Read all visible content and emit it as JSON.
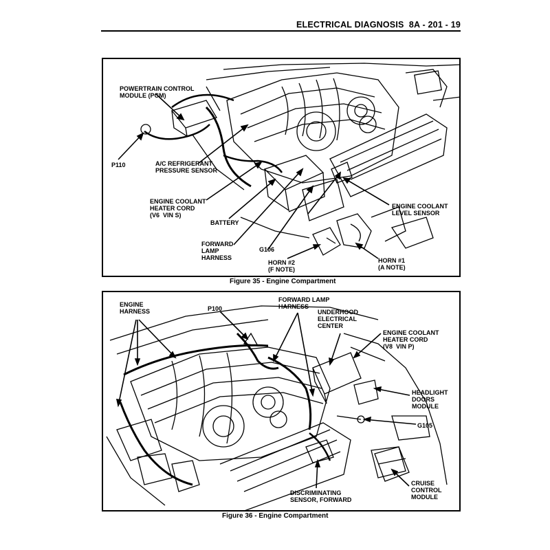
{
  "header": {
    "title": "ELECTRICAL DIAGNOSIS",
    "page": "8A - 201 - 19"
  },
  "figure35": {
    "caption": "Figure 35 - Engine Compartment",
    "labels": {
      "pcm": "POWERTRAIN CONTROL\nMODULE (PCM)",
      "p110": "P110",
      "ac_sensor": "A/C REFRIGERANT\nPRESSURE SENSOR",
      "coolant_heater": "ENGINE COOLANT\nHEATER CORD\n(V6  VIN S)",
      "battery": "BATTERY",
      "forward_lamp": "FORWARD\nLAMP\nHARNESS",
      "g106": "G106",
      "horn2": "HORN #2\n(F NOTE)",
      "horn1": "HORN #1\n(A NOTE)",
      "coolant_level": "ENGINE COOLANT\nLEVEL SENSOR"
    }
  },
  "figure36": {
    "caption": "Figure 36 - Engine Compartment",
    "labels": {
      "engine_harness": "ENGINE\nHARNESS",
      "p100": "P100",
      "forward_lamp": "FORWARD LAMP\nHARNESS",
      "underhood": "UNDERHOOD\nELECTRICAL\nCENTER",
      "coolant_heater": "ENGINE COOLANT\nHEATER CORD\n(V8  VIN P)",
      "headlight_doors": "HEADLIGHT\nDOORS\nMODULE",
      "g105": "G105",
      "discriminating": "DISCRIMINATING\nSENSOR, FORWARD",
      "cruise": "CRUISE\nCONTROL\nMODULE"
    }
  }
}
